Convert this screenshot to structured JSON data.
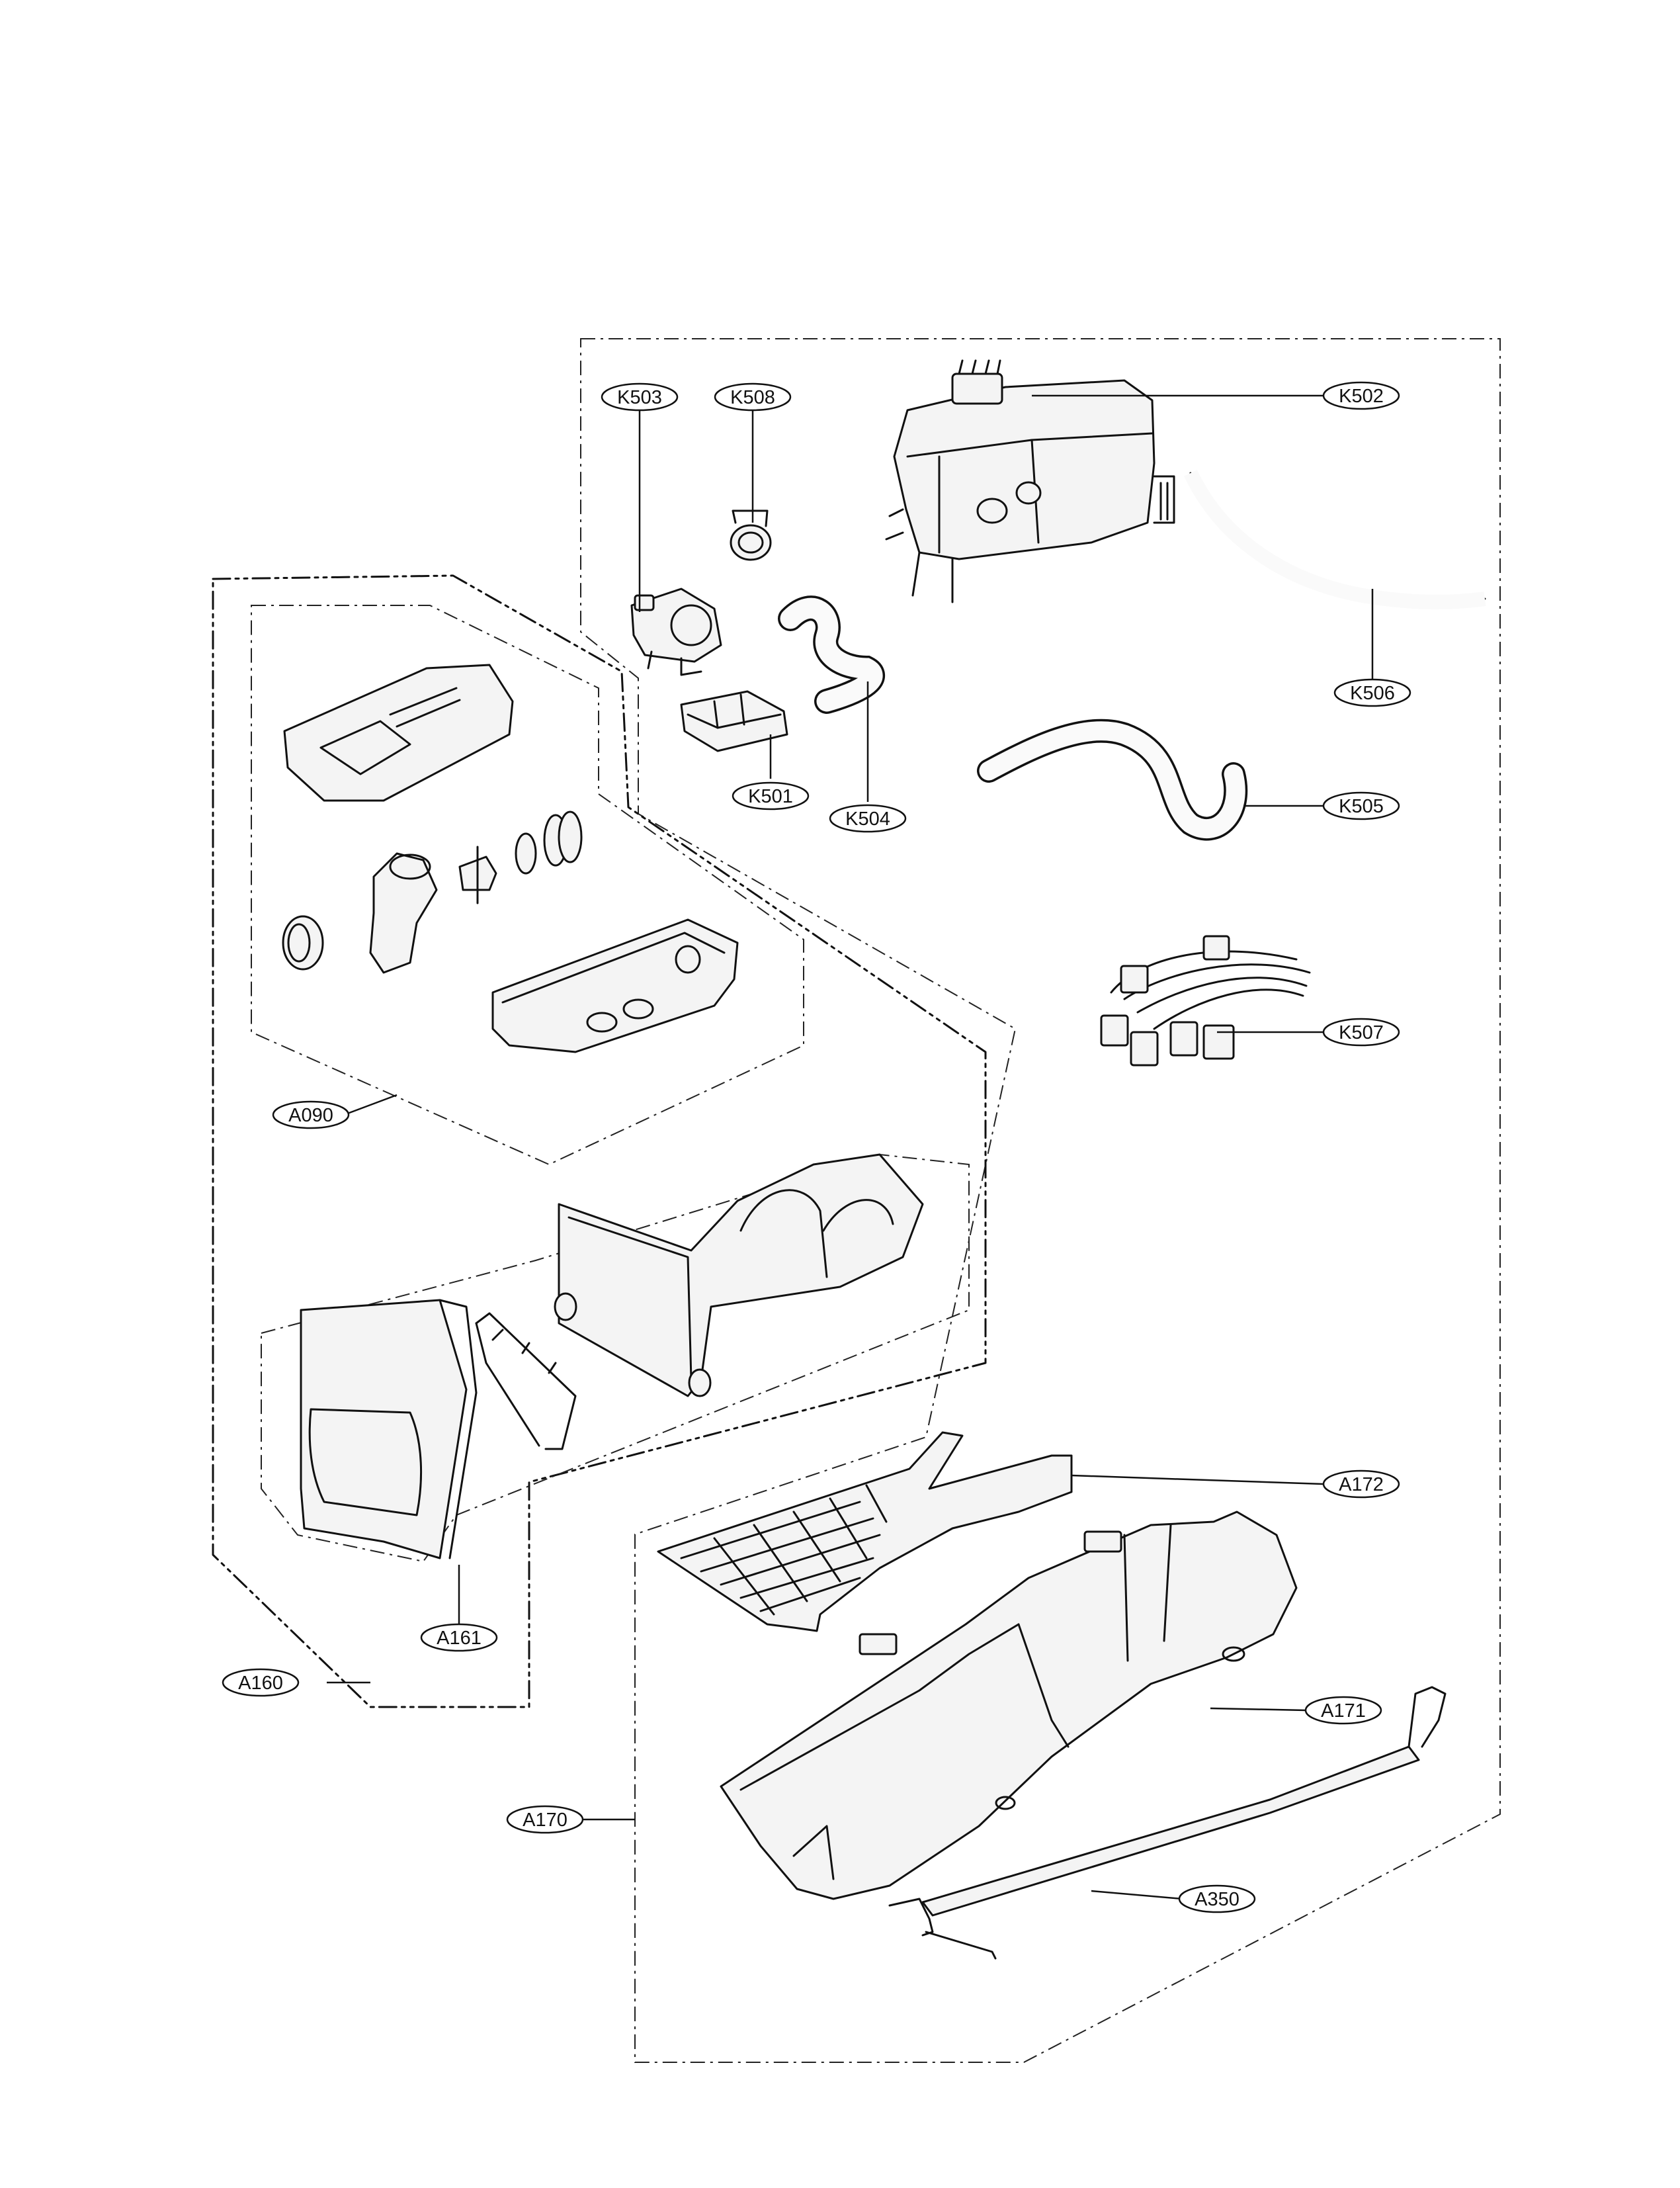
{
  "callouts": [
    {
      "id": "K503",
      "label": "K503"
    },
    {
      "id": "K508",
      "label": "K508"
    },
    {
      "id": "K502",
      "label": "K502"
    },
    {
      "id": "K506",
      "label": "K506"
    },
    {
      "id": "K501",
      "label": "K501"
    },
    {
      "id": "K504",
      "label": "K504"
    },
    {
      "id": "K505",
      "label": "K505"
    },
    {
      "id": "K507",
      "label": "K507"
    },
    {
      "id": "A090",
      "label": "A090"
    },
    {
      "id": "A172",
      "label": "A172"
    },
    {
      "id": "A161",
      "label": "A161"
    },
    {
      "id": "A160",
      "label": "A160"
    },
    {
      "id": "A171",
      "label": "A171"
    },
    {
      "id": "A170",
      "label": "A170"
    },
    {
      "id": "A350",
      "label": "A350"
    }
  ],
  "colors": {
    "line": "#111111",
    "background": "#ffffff",
    "part_fill": "#f4f4f4"
  }
}
